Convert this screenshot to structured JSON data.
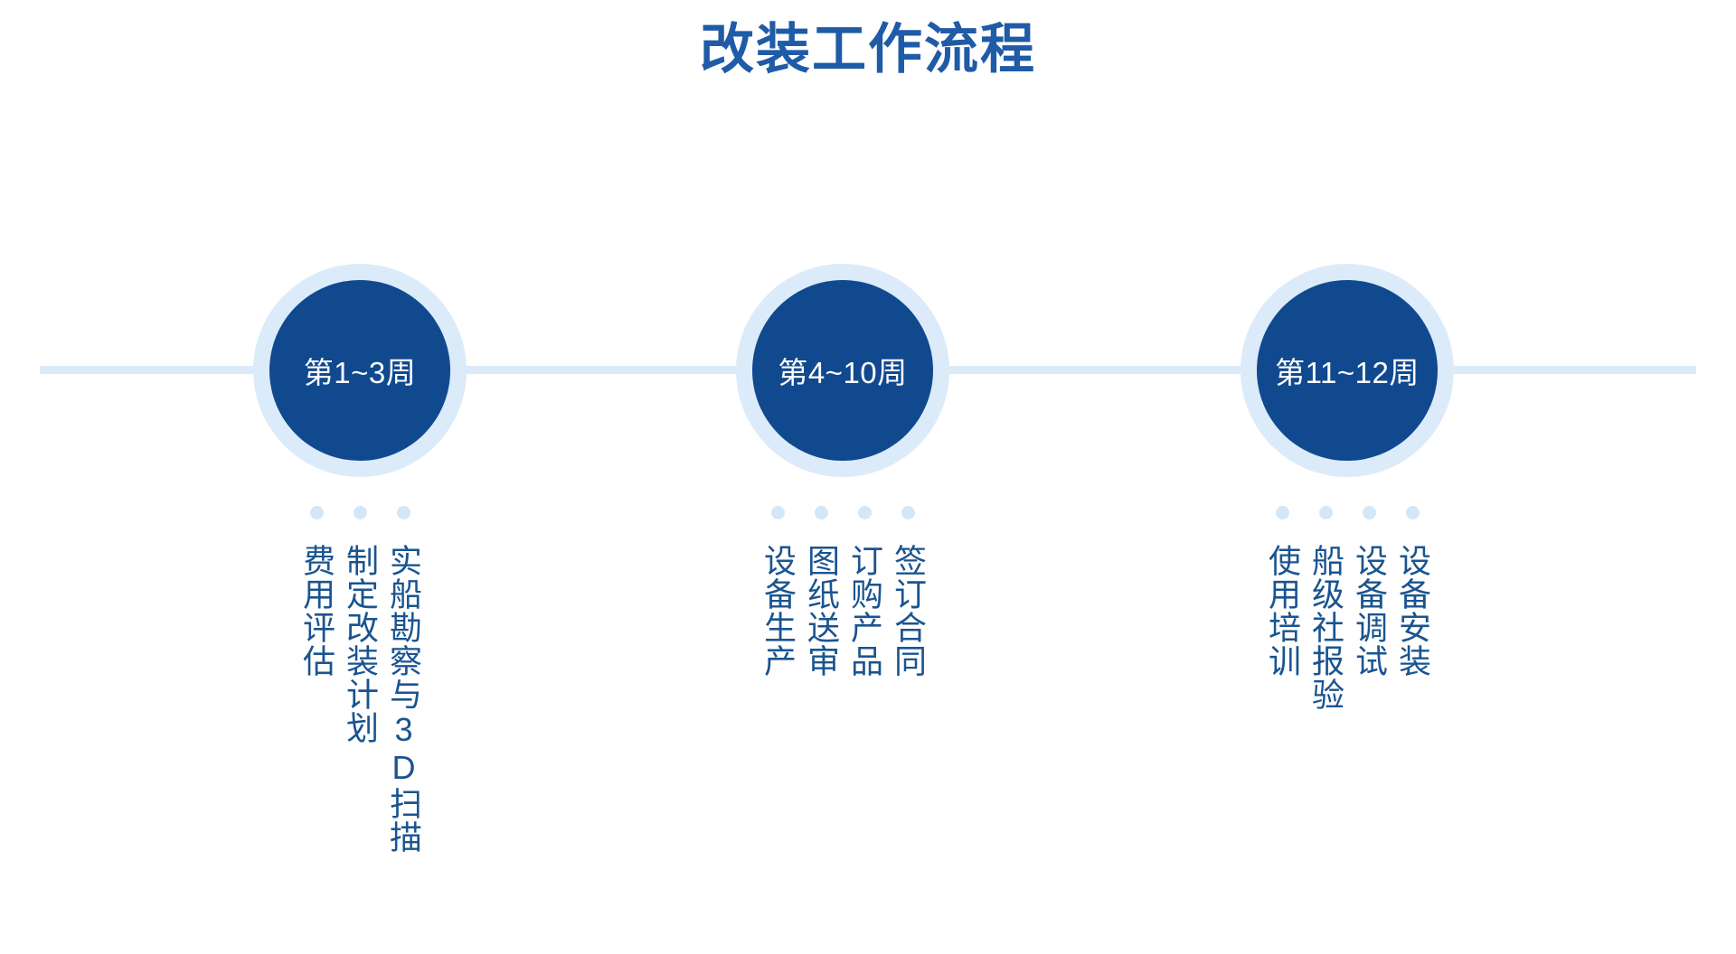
{
  "slide": {
    "title": "改装工作流程",
    "background_color": "#ffffff",
    "title_color": "#1f5ba6",
    "node_fill_color": "#11498f",
    "node_ring_color": "#dcebf9",
    "axis_color": "#dceafa",
    "dot_color": "#d4e7f8",
    "task_text_color": "#1a5490"
  },
  "stages": [
    {
      "id": "stage-1",
      "node_label": "第1~3周",
      "tasks": [
        {
          "text": "实船勘察与3D扫描"
        },
        {
          "text": "制定改装计划"
        },
        {
          "text": "费用评估"
        }
      ]
    },
    {
      "id": "stage-2",
      "node_label": "第4~10周",
      "tasks": [
        {
          "text": "签订合同"
        },
        {
          "text": "订购产品"
        },
        {
          "text": "图纸送审"
        },
        {
          "text": "设备生产"
        }
      ]
    },
    {
      "id": "stage-3",
      "node_label": "第11~12周",
      "tasks": [
        {
          "text": "设备安装"
        },
        {
          "text": "设备调试"
        },
        {
          "text": "船级社报验"
        },
        {
          "text": "使用培训"
        }
      ]
    }
  ]
}
